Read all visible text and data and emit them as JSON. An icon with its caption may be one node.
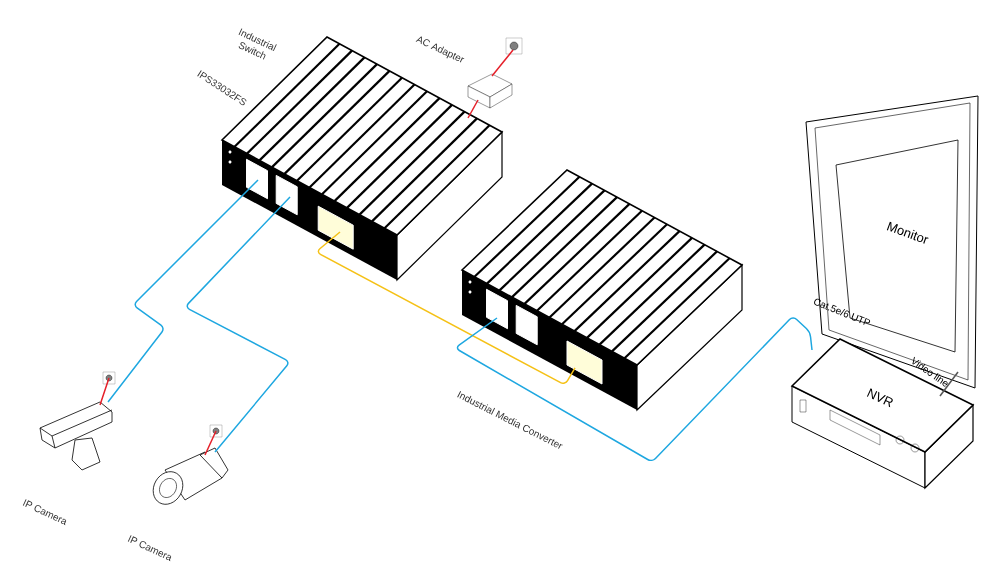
{
  "diagram": {
    "nodes": [
      {
        "text": [],
        "shape": "picture",
        "beside": [
          "Industrial Switch",
          "IPS33032FS"
        ]
      },
      {
        "text": [],
        "shape": "picture"
      },
      {
        "text": [],
        "shape": "picture"
      },
      {
        "text": [],
        "shape": "picture",
        "beside": [
          "Industrial Media Converter"
        ]
      },
      {
        "text": [
          "Monitor"
        ]
      },
      {
        "text": [
          "NVR"
        ]
      },
      {
        "text": [],
        "shape": "picture",
        "beside": [
          "IP Camera"
        ]
      },
      {
        "text": [],
        "shape": "picture",
        "beside": [
          "IP Camera"
        ]
      },
      {
        "text": [],
        "shape": "picture"
      },
      {
        "text": [],
        "shape": "picture"
      }
    ],
    "edges": [
      {
        "from": 0,
        "to": 6,
        "arrow": "none",
        "color": "#1ea7e0"
      },
      {
        "from": 0,
        "to": 7,
        "arrow": "none",
        "color": "#1ea7e0"
      },
      {
        "from": 0,
        "to": 3,
        "arrow": "none",
        "color": "#f5c116"
      },
      {
        "from": 3,
        "to": 5,
        "arrow": "none",
        "color": "#1ea7e0",
        "label": "Cat.5e/6 UTP"
      },
      {
        "from": 5,
        "to": 4,
        "arrow": "none",
        "color": "#555555",
        "label": "Video line"
      },
      {
        "from": 2,
        "to": 1,
        "arrow": "none",
        "color": "#e5202a"
      },
      {
        "from": 1,
        "to": 0,
        "arrow": "none",
        "color": "#e5202a"
      },
      {
        "from": 8,
        "to": 6,
        "arrow": "none",
        "color": "#e5202a"
      },
      {
        "from": 9,
        "to": 7,
        "arrow": "none",
        "color": "#e5202a"
      }
    ],
    "labels": [
      "AC Adapter"
    ]
  }
}
